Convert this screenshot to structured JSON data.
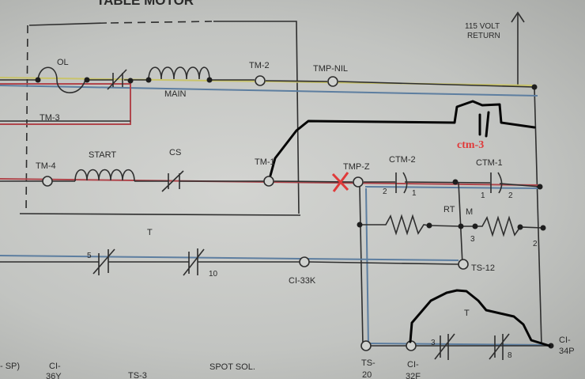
{
  "title": "TABLE MOTOR",
  "supply": {
    "line1": "115 VOLT",
    "line2": "RETURN"
  },
  "labels": {
    "ol": "OL",
    "main": "MAIN",
    "tm2": "TM-2",
    "tmp_nil": "TMP-NIL",
    "tm3": "TM-3",
    "tm4": "TM-4",
    "start": "START",
    "cs": "CS",
    "tm1": "TM-1",
    "tmp_z": "TMP-Z",
    "ctm2": "CTM-2",
    "ctm1": "CTM-1",
    "ctm3": "ctm-3",
    "rt": "RT",
    "m": "M",
    "t_mid": "T",
    "t_bottom": "T",
    "ci33k": "CI-33K",
    "ts12": "TS-12",
    "ci34p_1": "CI-",
    "ci34p_2": "34P",
    "ts20_1": "TS-",
    "ts20_2": "20",
    "ci32f_1": "CI-",
    "ci32f_2": "32F",
    "sp": "- SP)",
    "ci36y_1": "CI-",
    "ci36y_2": "36Y",
    "ts3": "TS-3",
    "spot_sol": "SPOT SOL."
  },
  "pins": {
    "ctm2_a": "2",
    "ctm2_b": "1",
    "ctm1_a": "1",
    "ctm1_b": "2",
    "m_3": "3",
    "m_2": "2",
    "t5": "5",
    "t10": "10",
    "t3": "3",
    "t8": "8"
  },
  "colors": {
    "wire_red": "#b0464c",
    "wire_blue": "#5d7ea0",
    "wire_yellow": "#c9c46a",
    "annotation_red": "#e03a3a"
  }
}
